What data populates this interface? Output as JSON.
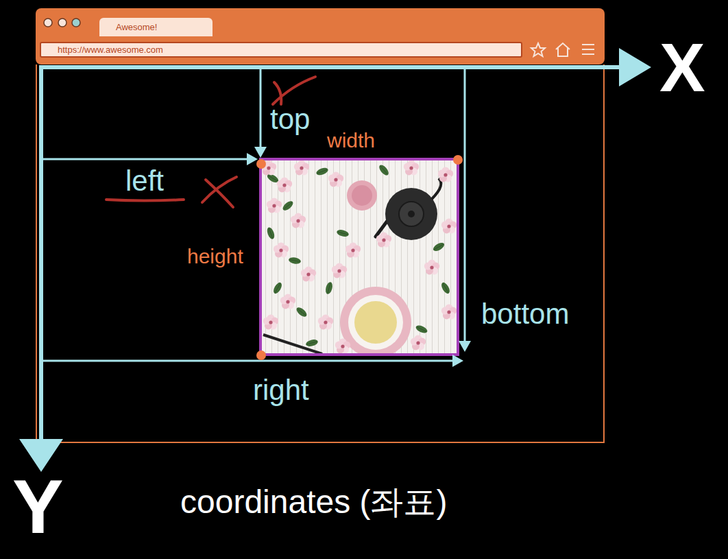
{
  "diagram": {
    "caption": "coordinates (좌표)",
    "nodes": [
      {
        "text": [
          "Awesome!"
        ]
      },
      {
        "text": [
          "https://www.awesome.com"
        ]
      }
    ],
    "labels": [
      "X",
      "Y",
      "top",
      "width",
      "left",
      "height",
      "bottom",
      "right"
    ]
  }
}
